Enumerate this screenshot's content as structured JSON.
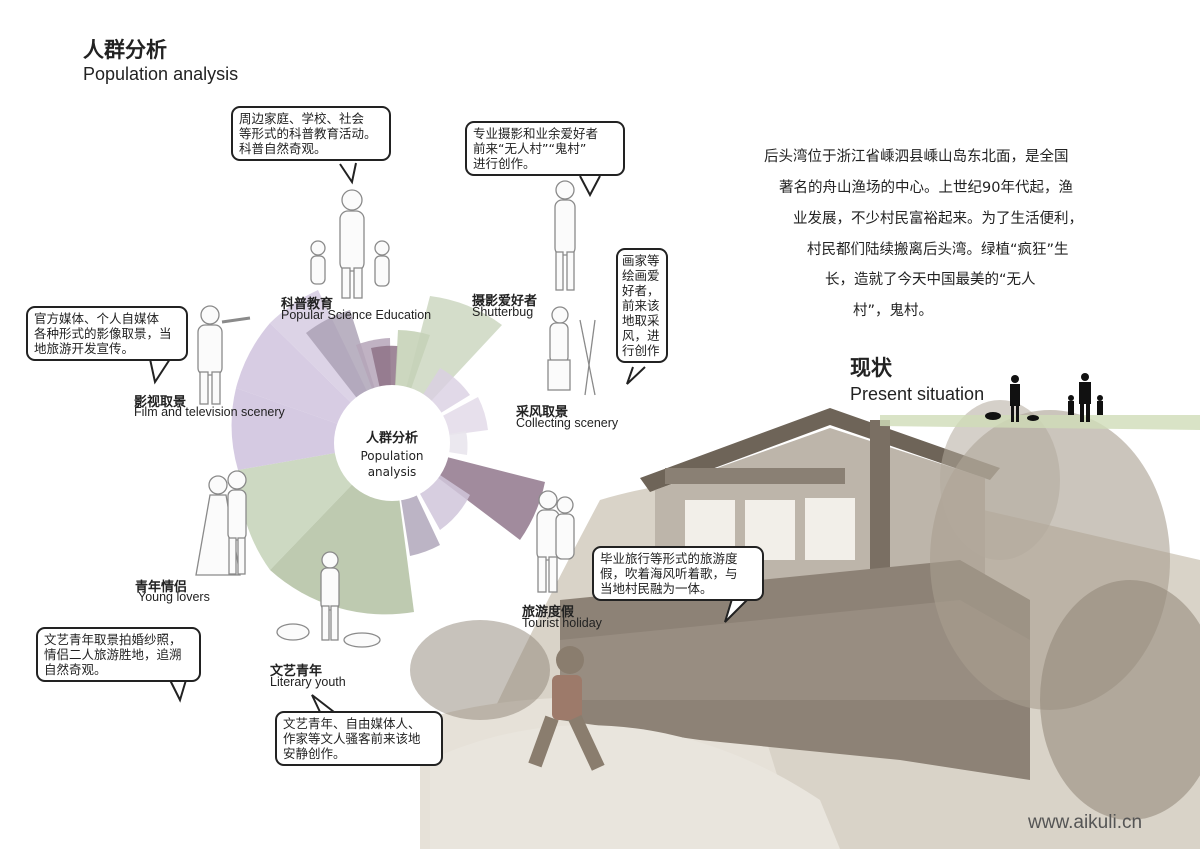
{
  "header": {
    "title_cn": "人群分析",
    "title_en": "Population analysis"
  },
  "center": {
    "title_cn": "人群分析",
    "title_en_1": "Population",
    "title_en_2": "analysis"
  },
  "categories": [
    {
      "key": "science",
      "cn": "科普教育",
      "en": "Popular Science Education",
      "bubble": [
        "周边家庭、学校、社会",
        "等形式的科普教育活动。",
        "科普自然奇观。"
      ]
    },
    {
      "key": "shutter",
      "cn": "摄影爱好者",
      "en": "Shutterbug",
      "bubble": [
        "专业摄影和业余爱好者",
        "前来“无人村”“鬼村”",
        "进行创作。"
      ]
    },
    {
      "key": "collect",
      "cn": "采风取景",
      "en": "Collecting scenery",
      "bubble": [
        "画家等",
        "绘画爱",
        "好者，",
        "前来该",
        "地取采",
        "风，进",
        "行创作"
      ]
    },
    {
      "key": "film",
      "cn": "影视取景",
      "en": "Film and television scenery",
      "bubble": [
        "官方媒体、个人自媒体",
        "各种形式的影像取景，当",
        "地旅游开发宣传。"
      ]
    },
    {
      "key": "lovers",
      "cn": "青年情侣",
      "en": "Young lovers",
      "bubble": [
        "文艺青年取景拍婚纱照，",
        "情侣二人旅游胜地，追溯",
        "自然奇观。"
      ]
    },
    {
      "key": "literary",
      "cn": "文艺青年",
      "en": "Literary youth",
      "bubble": [
        "文艺青年、自由媒体人、",
        "作家等文人骚客前来该地",
        "安静创作。"
      ]
    },
    {
      "key": "tourist",
      "cn": "旅游度假",
      "en": "Tourist holiday",
      "bubble": [
        "毕业旅行等形式的旅游度",
        "假，吹着海风听着歌，与",
        "当地村民融为一体。"
      ]
    }
  ],
  "description": {
    "lines": [
      "后头湾位于浙江省嵊泗县嵊山岛东北面，是全国",
      "著名的舟山渔场的中心。上世纪90年代起，渔",
      "业发展，不少村民富裕起来。为了生活便利，",
      "村民都们陆续搬离后头湾。绿植“疯狂”生",
      "长，造就了今天中国最美的“无人",
      "村”，鬼村。"
    ]
  },
  "present": {
    "title_cn": "现状",
    "title_en": "Present situation"
  },
  "watermark": "www.aikuli.cn",
  "colors": {
    "purple": "#c9b8d6",
    "mauve": "#8e7287",
    "green": "#b7c7a6",
    "grey": "#b9b2bc",
    "sepia": "#9b8f80"
  }
}
